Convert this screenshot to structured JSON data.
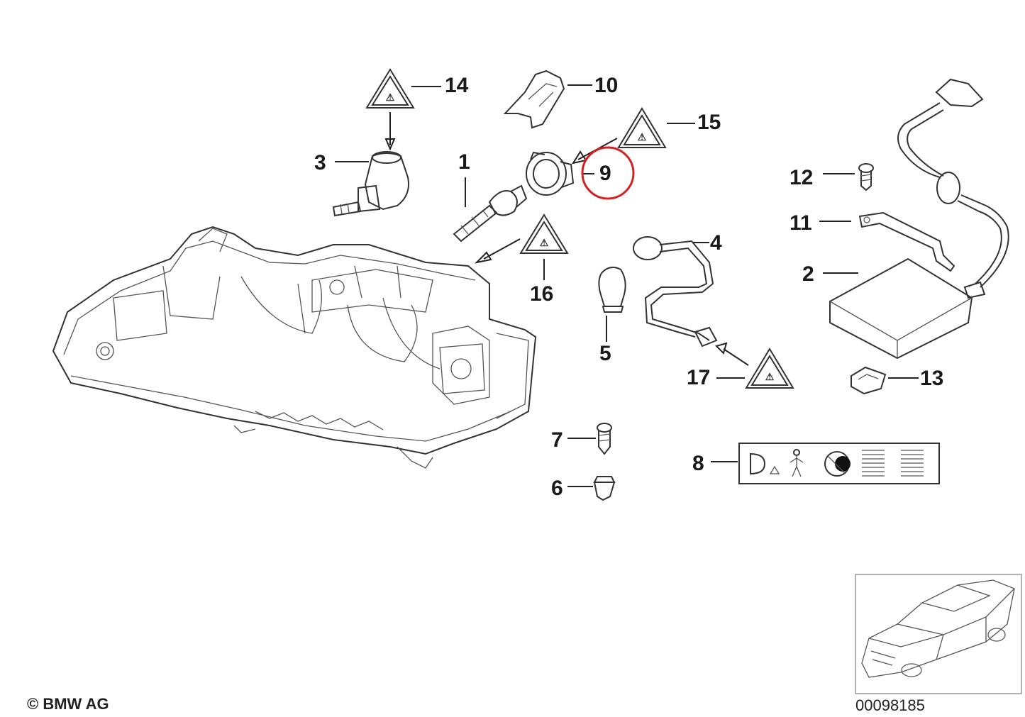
{
  "labels": {
    "p1": "1",
    "p2": "2",
    "p3": "3",
    "p4": "4",
    "p5": "5",
    "p6": "6",
    "p7": "7",
    "p8": "8",
    "p9": "9",
    "p10": "10",
    "p11": "11",
    "p12": "12",
    "p13": "13",
    "p14": "14",
    "p15": "15",
    "p16": "16",
    "p17": "17"
  },
  "footer": {
    "copyright": "© BMW AG",
    "diagram_id": "00098185"
  },
  "colors": {
    "highlight": "#d42020",
    "line": "#222222"
  },
  "icons": [
    "warning-triangle-icon",
    "headlight-symbol-icon",
    "pedestrian-icon",
    "light-pattern-icon"
  ]
}
